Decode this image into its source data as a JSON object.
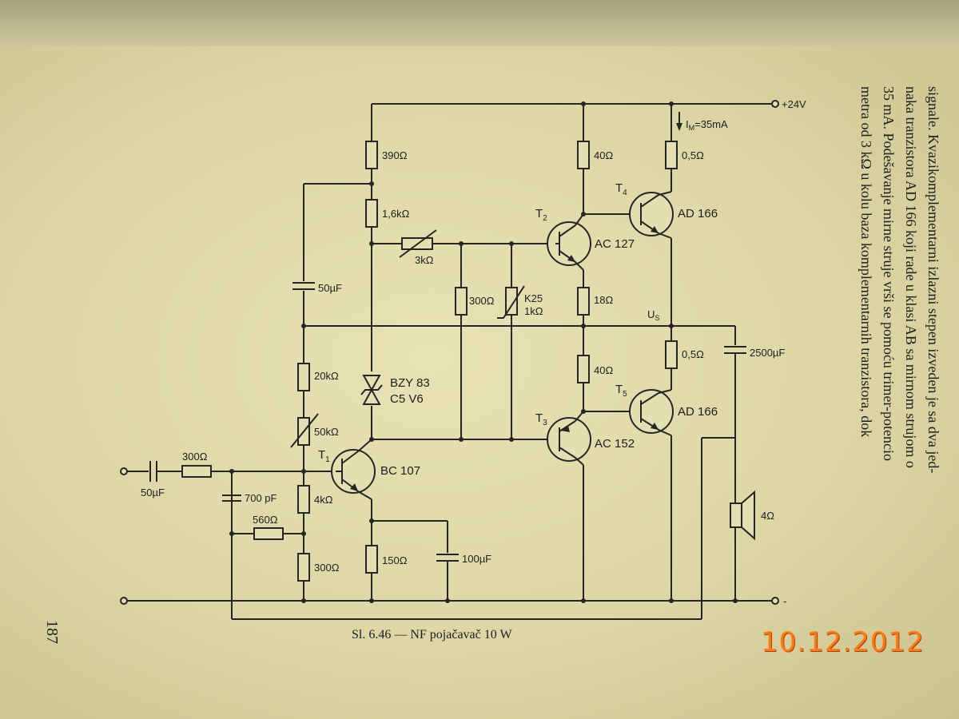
{
  "book_text": {
    "lines": [
      "signale. Kvazikomplementarni izlazni stepen izveden je sa dva jed-",
      "naka tranzistora AD 166 koji rade u klasi AB sa mirnom strujom o",
      "35 mA. Podešavanje mirne struje vrši se pomoću trimer-potencio",
      "metra od 3 kΩ u kolu baza komplementarnih tranzistora, dok"
    ]
  },
  "schematic": {
    "supply_label": "+24V",
    "current_label": "I",
    "current_sub": "M",
    "current_value": "=35mA",
    "ground_label": "-",
    "us_label": "U",
    "us_sub": "S",
    "components": {
      "r390": "390Ω",
      "r40_top": "40Ω",
      "r05_top": "0,5Ω",
      "r1k6": "1,6kΩ",
      "pot3k": "3kΩ",
      "c50_fb": "50µF",
      "r300_mid": "300Ω",
      "k25": "K25",
      "k25_val": "1kΩ",
      "r18": "18Ω",
      "r05_bot": "0,5Ω",
      "c2500": "2500µF",
      "r20k": "20kΩ",
      "zener_1": "BZY 83",
      "zener_2": "C5 V6",
      "r40_bot": "40Ω",
      "pot50k": "50kΩ",
      "r300_in": "300Ω",
      "c50_in": "50µF",
      "c700": "700 pF",
      "r4k": "4kΩ",
      "r560": "560Ω",
      "r300_low": "300Ω",
      "r150": "150Ω",
      "c100": "100µF",
      "speaker": "4Ω"
    },
    "transistors": {
      "t1": {
        "name": "T",
        "sub": "1",
        "type": "BC 107"
      },
      "t2": {
        "name": "T",
        "sub": "2",
        "type": "AC 127"
      },
      "t3": {
        "name": "T",
        "sub": "3",
        "type": "AC 152"
      },
      "t4": {
        "name": "T",
        "sub": "4",
        "type": "AD 166"
      },
      "t5": {
        "name": "T",
        "sub": "5",
        "type": "AD 166"
      }
    }
  },
  "caption": "Sl. 6.46 — NF pojačavač 10 W",
  "page_number": "187",
  "date_stamp": "10.12.2012"
}
